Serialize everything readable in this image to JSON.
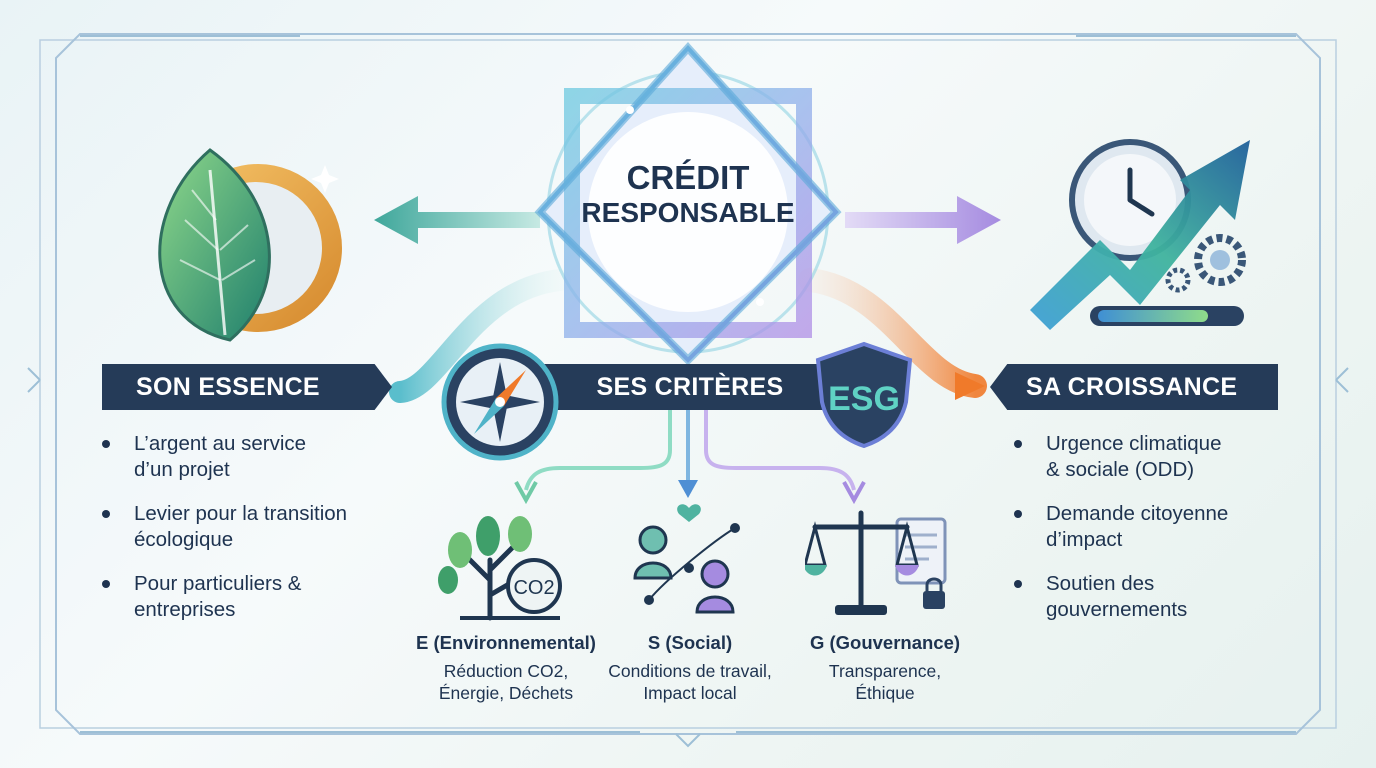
{
  "center": {
    "line1": "CRÉDIT",
    "line2": "RESPONSABLE"
  },
  "banners": {
    "left": "SON ESSENCE",
    "middle": "SES CRITÈRES",
    "right": "SA CROISSANCE"
  },
  "left_bullets": [
    {
      "line1": "L’argent au service",
      "line2": "d’un projet"
    },
    {
      "line1": "Levier pour la transition",
      "line2": "écologique"
    },
    {
      "line1": "Pour particuliers &",
      "line2": "entreprises"
    }
  ],
  "right_bullets": [
    {
      "line1": "Urgence climatique",
      "line2": "& sociale (ODD)"
    },
    {
      "line1": "Demande citoyenne",
      "line2": "d’impact"
    },
    {
      "line1": "Soutien des",
      "line2": "gouvernements"
    }
  ],
  "criteria": [
    {
      "title": "E (Environnemental)",
      "line1": "Réduction CO2,",
      "line2": "Énergie, Déchets"
    },
    {
      "title": "S (Social)",
      "line1": "Conditions de travail,",
      "line2": "Impact local"
    },
    {
      "title": "G (Gouvernance)",
      "line1": "Transparence,",
      "line2": "Éthique"
    }
  ],
  "icons": {
    "co2_label": "CO2",
    "esg_label": "ESG"
  },
  "colors": {
    "navy": "#253b58",
    "teal": "#3fa79b",
    "purple": "#a58be0",
    "orange": "#f07a2a",
    "blue": "#4f8fd4"
  }
}
